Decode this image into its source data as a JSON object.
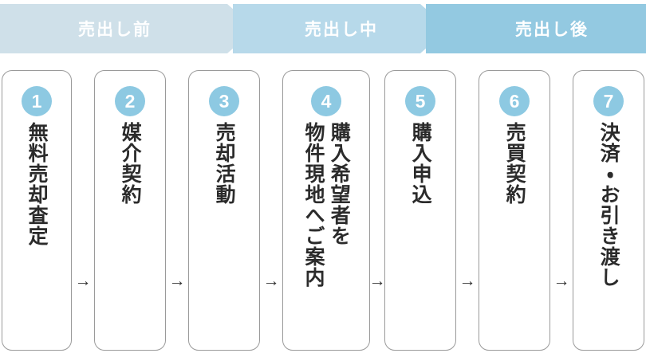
{
  "banner": {
    "phases": [
      {
        "label": "売出し前",
        "color": "#cfe0e9"
      },
      {
        "label": "売出し中",
        "color": "#b7d9ea"
      },
      {
        "label": "売出し後",
        "color": "#93c9e1"
      }
    ]
  },
  "flow": {
    "arrow_glyph": "→",
    "badge_color": "#8dc9e2",
    "card_border_color": "#9a9a9a",
    "steps": [
      {
        "number": "1",
        "lines": [
          "無料売却査定"
        ]
      },
      {
        "number": "2",
        "lines": [
          "媒介契約"
        ]
      },
      {
        "number": "3",
        "lines": [
          "売却活動"
        ]
      },
      {
        "number": "4",
        "lines": [
          "購入希望者を",
          "物件現地へご案内"
        ]
      },
      {
        "number": "5",
        "lines": [
          "購入申込"
        ]
      },
      {
        "number": "6",
        "lines": [
          "売買契約"
        ]
      },
      {
        "number": "7",
        "lines": [
          "決済・お引き渡し"
        ]
      }
    ]
  }
}
